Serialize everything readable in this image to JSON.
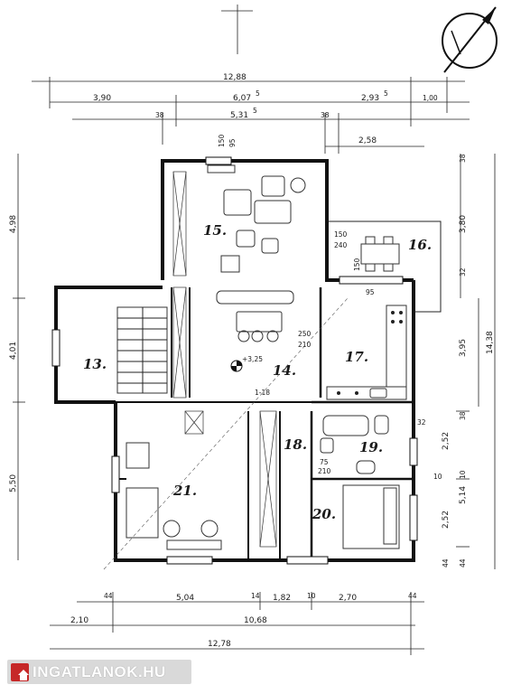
{
  "rooms": [
    {
      "id": "r15",
      "label": "15."
    },
    {
      "id": "r16",
      "label": "16."
    },
    {
      "id": "r13",
      "label": "13."
    },
    {
      "id": "r14",
      "label": "14."
    },
    {
      "id": "r17",
      "label": "17."
    },
    {
      "id": "r18",
      "label": "18."
    },
    {
      "id": "r19",
      "label": "19."
    },
    {
      "id": "r20",
      "label": "20."
    },
    {
      "id": "r21",
      "label": "21."
    }
  ],
  "dims_top": {
    "total": "12,88",
    "seg1": "3,90",
    "seg2": "6,07",
    "seg2_sup": "5",
    "seg3": "2,93",
    "seg3_sup": "5",
    "seg4": "1,00",
    "sub1": "38",
    "sub2": "5,31",
    "sub2_sup": "5",
    "sub3": "38",
    "sub4": "2,58"
  },
  "dims_bottom": {
    "d1": "44",
    "d2": "5,04",
    "d3": "14",
    "d4": "1,82",
    "d5": "10",
    "d6": "2,70",
    "d7": "44",
    "e1": "2,10",
    "e2": "10,68",
    "f1": "12,78"
  },
  "dims_left": {
    "a1": "4,98",
    "a2": "4,01",
    "a3": "5,50"
  },
  "dims_right": {
    "b1": "38",
    "b2": "3,80",
    "b3": "32",
    "b4": "3,95",
    "b5": "14,38",
    "b6": "2,52",
    "b7": "10",
    "b8": "5,14",
    "b9": "2,52",
    "b10": "44",
    "b11": "44",
    "b12": "38"
  },
  "annotations": {
    "win15_top": "150",
    "win15_bot": "95",
    "door16_a": "150",
    "door16_b": "240",
    "win16": "150",
    "win16b": "95",
    "door17_a": "250",
    "door17_b": "210",
    "level": "+3,25",
    "bath_a": "75",
    "bath_b": "210",
    "stair": "1-18",
    "small_a": "32",
    "small_b": "10"
  },
  "logo": {
    "text": "INGATLANOK.HU"
  },
  "icons": [
    "north-arrow-icon",
    "house-icon"
  ]
}
